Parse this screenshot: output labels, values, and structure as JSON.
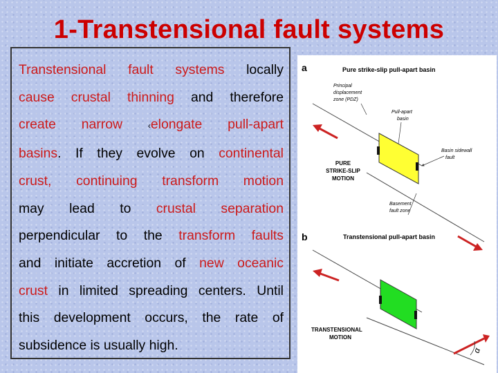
{
  "slide": {
    "title": "1-Transtensional fault systems"
  },
  "paragraph": {
    "line1": [
      "Transtensional fault systems",
      " locally"
    ],
    "line2": [
      "cause crustal thinning",
      " and therefore"
    ],
    "line3": [
      "create narrow ",
      "‹",
      "elongate pull-apart"
    ],
    "line4": [
      "basins",
      ". If they evolve on ",
      "continental"
    ],
    "line5": [
      "crust, continuing transform motion"
    ],
    "line6": [
      "may lead to ",
      "crustal separation"
    ],
    "line7": [
      "perpendicular to the ",
      "transform faults"
    ],
    "line8": [
      "and initiate accretion of ",
      "new oceanic"
    ],
    "line9": [
      "crust",
      " in limited spreading centers. Until"
    ],
    "line10": [
      "this development occurs, the rate of"
    ],
    "line11": [
      "subsidence is usually high."
    ]
  },
  "figure": {
    "panel_a": {
      "letter": "a",
      "heading": "Pure strike-slip pull-apart basin",
      "label_pdz_1": "Principal",
      "label_pdz_2": "displacement",
      "label_pdz_3": "zone (PDZ)",
      "label_basin_1": "Pull-apart",
      "label_basin_2": "basin",
      "label_sidewall_1": "Basin sidewall",
      "label_sidewall_2": "fault",
      "label_motion_1": "PURE",
      "label_motion_2": "STRIKE-SLIP",
      "label_motion_3": "MOTION",
      "label_basement_1": "Basement",
      "label_basement_2": "fault zone",
      "basin_color": "#ffff33"
    },
    "panel_b": {
      "letter": "b",
      "heading": "Transtensional pull-apart basin",
      "label_motion_1": "TRANSTENSIONAL",
      "label_motion_2": "MOTION",
      "angle_symbol": "α",
      "basin_color": "#22dd22"
    },
    "arrow_color": "#cc2222"
  }
}
